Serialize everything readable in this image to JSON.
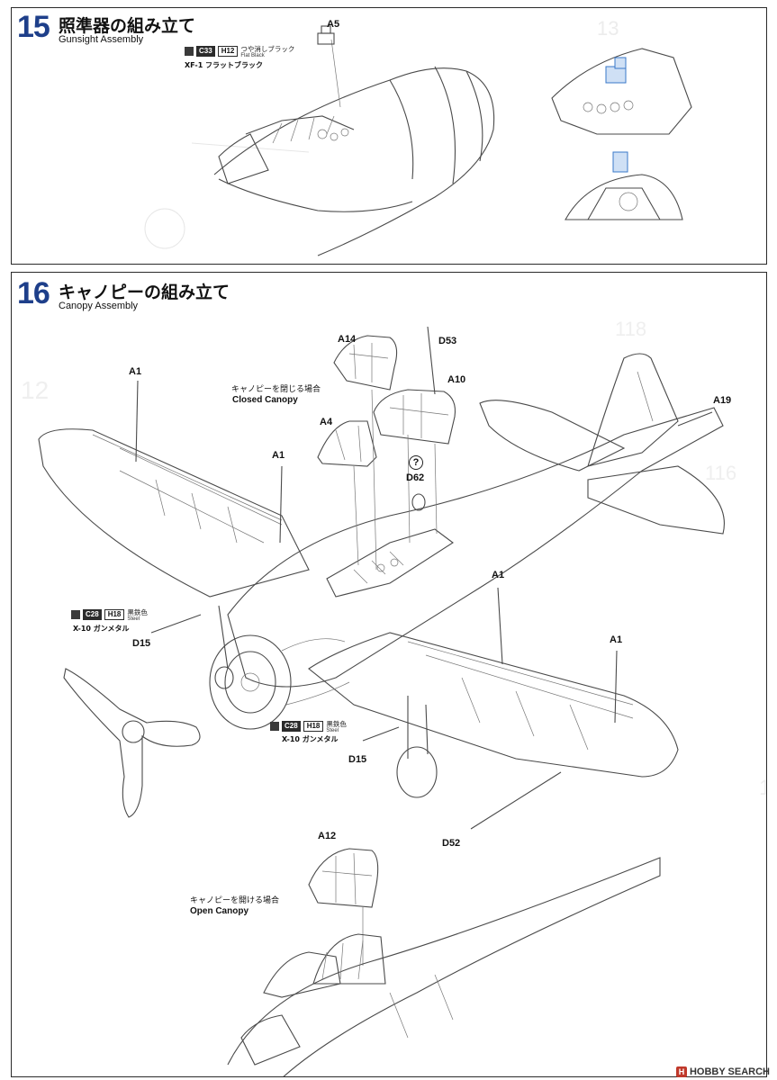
{
  "step15": {
    "number": "15",
    "title_jp": "照準器の組み立て",
    "title_en": "Gunsight Assembly",
    "part_label": "A5",
    "paint": {
      "code_dark": "C33",
      "code_light": "H12",
      "name_jp": "つや消しブラック",
      "name_en": "Flat Black",
      "sub": "XF-1 フラットブラック"
    }
  },
  "step16": {
    "number": "16",
    "title_jp": "キャノピーの組み立て",
    "title_en": "Canopy Assembly",
    "parts": {
      "a14": "A14",
      "d53": "D53",
      "a10": "A10",
      "a4": "A4",
      "a1_left": "A1",
      "a1_mid": "A1",
      "a1_right": "A1",
      "a1_far": "A1",
      "a19": "A19",
      "d62": "D62",
      "d15_left": "D15",
      "d15_right": "D15",
      "d52": "D52",
      "a12": "A12"
    },
    "question_mark": "?",
    "closed_canopy": {
      "jp": "キャノピーを閉じる場合",
      "en": "Closed Canopy"
    },
    "open_canopy": {
      "jp": "キャノピーを開ける場合",
      "en": "Open Canopy"
    },
    "paint_left": {
      "code_dark": "C28",
      "code_light": "H18",
      "name_jp": "黒鉄色",
      "name_en": "Steel",
      "sub": "X-10 ガンメタル"
    },
    "paint_right": {
      "code_dark": "C28",
      "code_light": "H18",
      "name_jp": "黒鉄色",
      "name_en": "Steel",
      "sub": "X-10 ガンメタル"
    }
  },
  "watermark": {
    "logo": "H",
    "text": "HOBBY SEARCH"
  }
}
